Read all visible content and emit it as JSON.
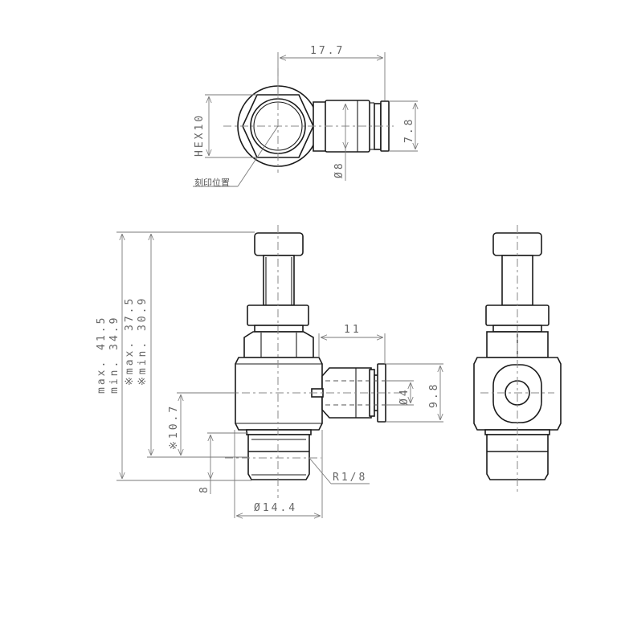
{
  "drawing": {
    "type": "technical-drawing",
    "subject": "Speed controller elbow fitting",
    "views": [
      "top",
      "front",
      "side"
    ]
  },
  "dimensions": {
    "top_width": "17.7",
    "hex": "HEX10",
    "tube_od_top": "7.8",
    "dia_8": "Ø8",
    "marking_position": "刻印位置",
    "height_max": "max. 41.5",
    "height_min": "min. 34.9",
    "height_alt_max": "※max. 37.5",
    "height_alt_min": "※min. 30.9",
    "port_height": "※10.7",
    "thread_length": "8",
    "body_dia": "Ø14.4",
    "thread": "R1/8",
    "port_reach": "11",
    "tube_dia": "Ø4",
    "collet_dia": "9.8"
  },
  "colors": {
    "line": "#1a1a1a",
    "dimension": "#7a7a7a",
    "background": "#ffffff"
  }
}
